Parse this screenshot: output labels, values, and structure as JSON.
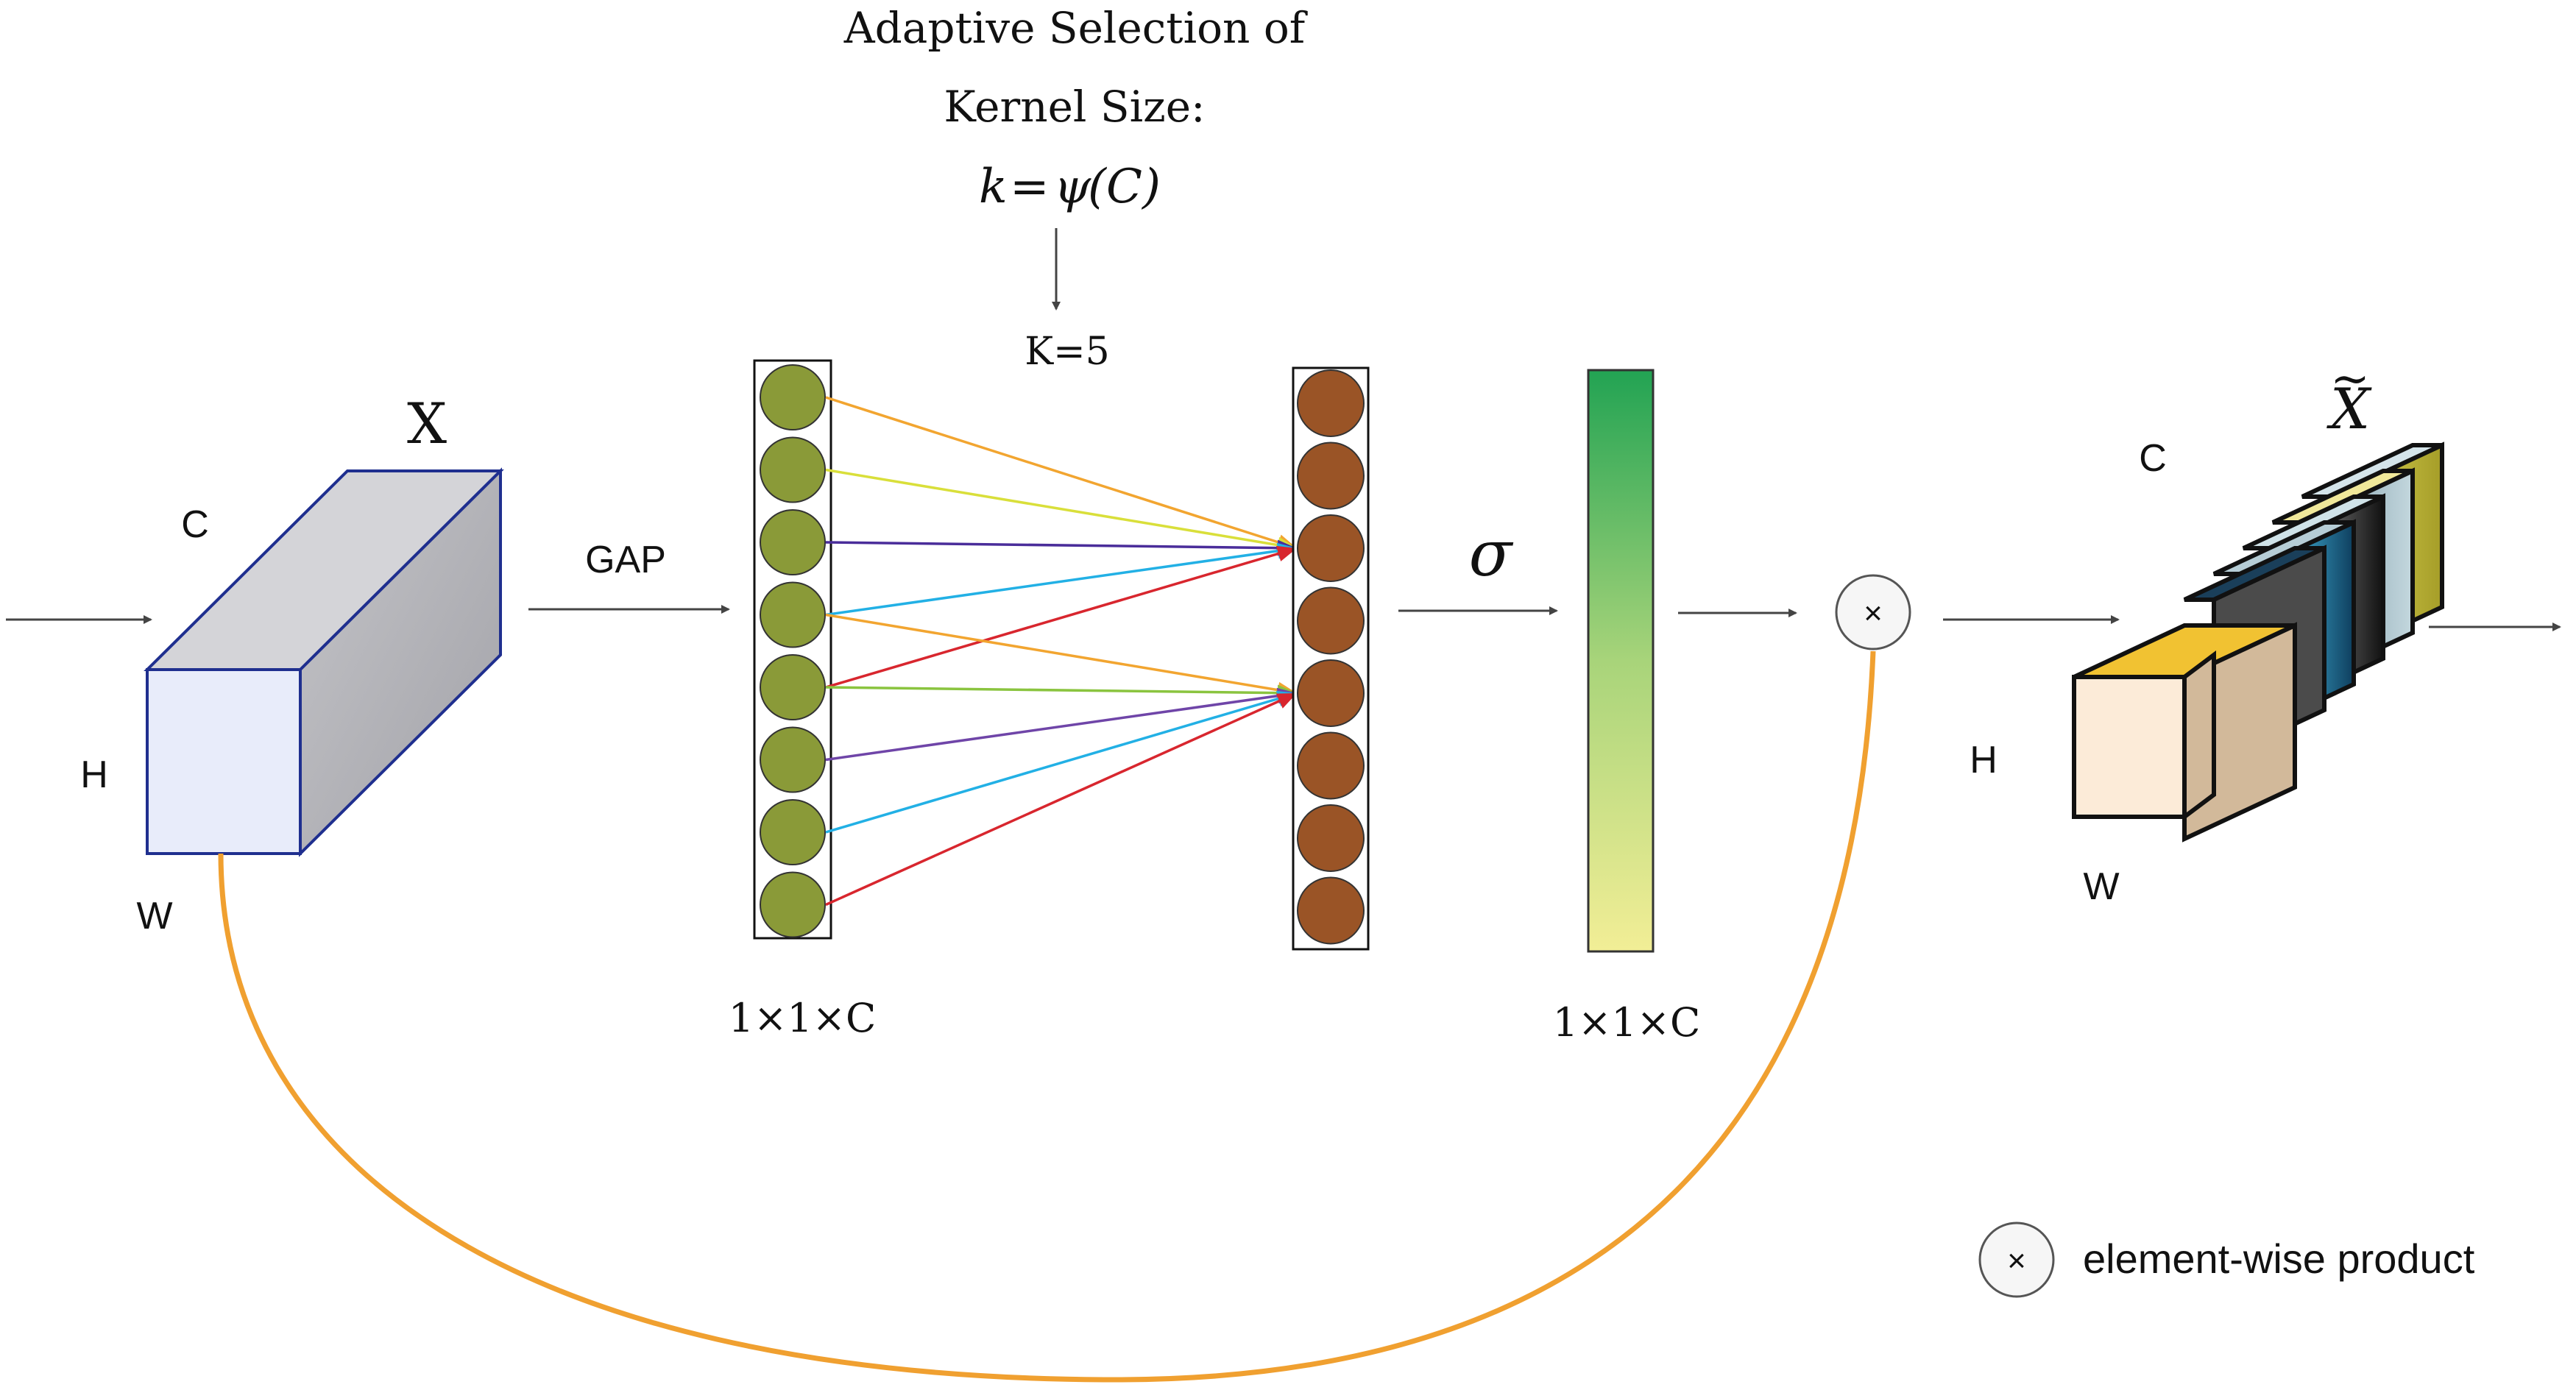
{
  "title": {
    "line1": "Adaptive Selection of",
    "line2": "Kernel Size:",
    "formula_k": "k",
    "formula_eq": "=",
    "formula_psi": "ψ",
    "formula_arg": "(C)"
  },
  "kernel_label": "K=5",
  "input_tensor": {
    "name": "X",
    "dim_c": "C",
    "dim_h": "H",
    "dim_w": "W"
  },
  "gap_label": "GAP",
  "gap_vector": {
    "node_count": 8,
    "dims": "1×1×C"
  },
  "conv_output": {
    "node_count": 8
  },
  "sigmoid_label": "σ",
  "weight_vector": {
    "dims": "1×1×C"
  },
  "multiply_symbol": "×",
  "output_tensor": {
    "name": "X",
    "tilde": "~",
    "dim_c": "C",
    "dim_h": "H",
    "dim_w": "W"
  },
  "legend": {
    "symbol": "×",
    "label": "element-wise product"
  },
  "colors": {
    "gap_node": "#8a9a38",
    "conv_node": "#9a5426",
    "cube_front": "#e8ecfa",
    "cube_side": "#b2b2b6",
    "cube_edge": "#1f2f8f",
    "skip_connection": "#f0a030",
    "weight_top": "#22a353",
    "weight_bottom": "#f2ee96",
    "connections": [
      "#f2a530",
      "#d9df3a",
      "#4a2d9a",
      "#22b0e5",
      "#d8262e",
      "#8ac43f",
      "#6f45a8",
      "#22b0e5",
      "#d8262e"
    ]
  }
}
